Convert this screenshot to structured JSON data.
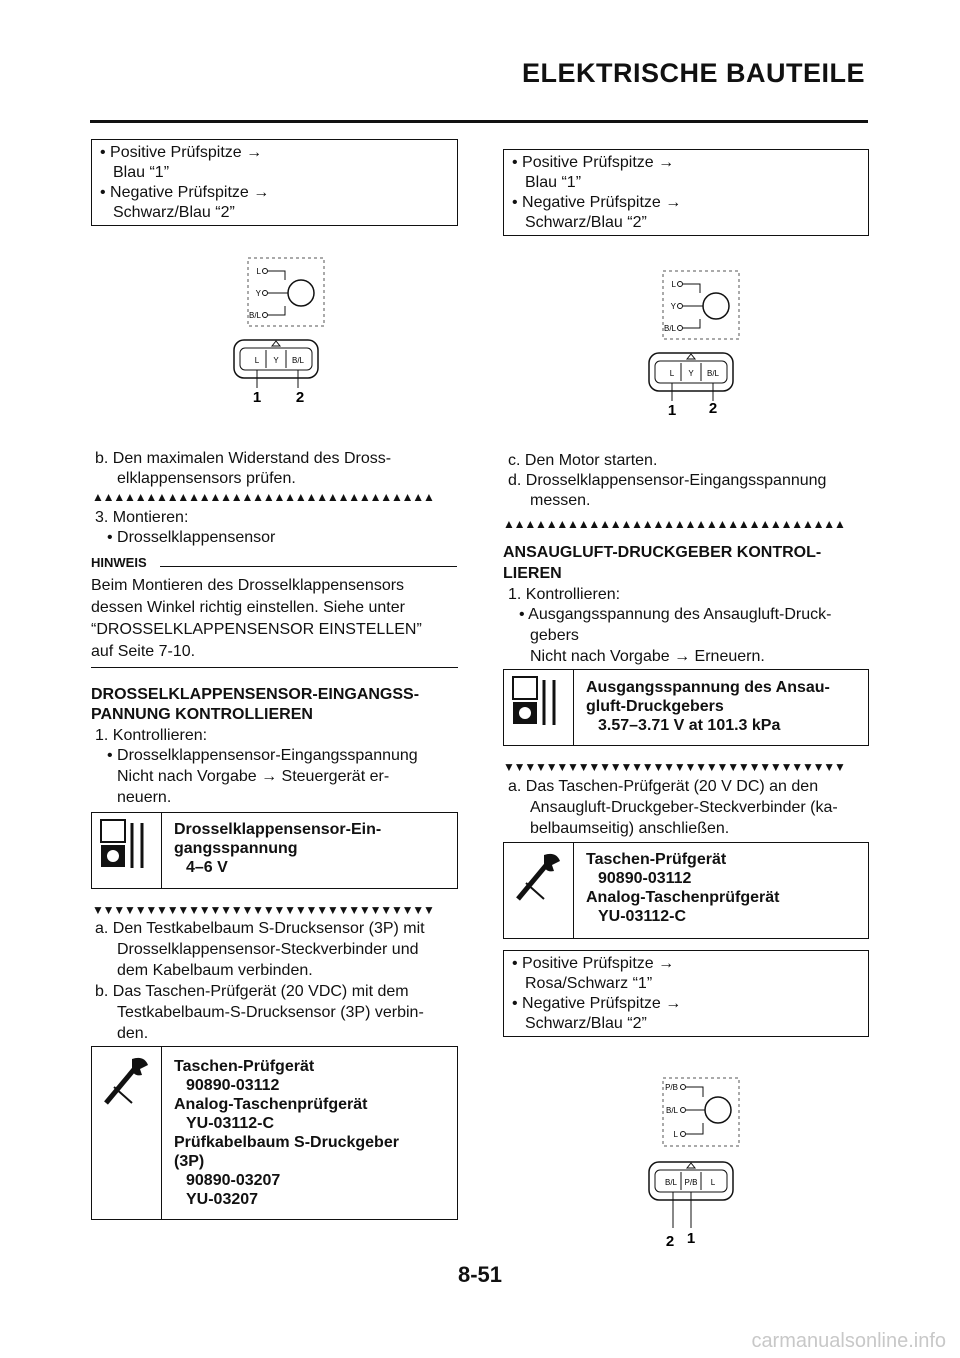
{
  "header": {
    "title": "ELEKTRISCHE BAUTEILE"
  },
  "left": {
    "probe_box": [
      "• Positive Prüfspitze →",
      "Blau “1”",
      "• Negative Prüfspitze →",
      "Schwarz/Blau “2”"
    ],
    "diagram1": {
      "wires": [
        "L",
        "Y",
        "B/L"
      ],
      "pins": [
        "L",
        "Y",
        "B/L"
      ],
      "callouts": [
        "1",
        "2"
      ]
    },
    "step_b": [
      "b.  Den maximalen Widerstand des Dross-",
      "elklappensensors prüfen."
    ],
    "triangles_up": "▲▲▲▲▲▲▲▲▲▲▲▲▲▲▲▲▲▲▲▲▲▲▲▲▲▲▲▲▲▲▲▲",
    "step3": [
      "3.  Montieren:",
      "• Drosselklappensensor"
    ],
    "hinweis_label": "HINWEIS",
    "hinweis_text": [
      "Beim Montieren des Drosselklappensensors",
      "dessen Winkel richtig einstellen. Siehe unter",
      "“DROSSELKLAPPENSENSOR EINSTELLEN”",
      "auf Seite 7-10."
    ],
    "section_heading": [
      "DROSSELKLAPPENSENSOR-EINGANGSS-",
      "PANNUNG KONTROLLIEREN"
    ],
    "check_steps": [
      "1.  Kontrollieren:",
      "• Drosselklappensensor-Eingangsspannung",
      "Nicht nach Vorgabe → Steuergerät er-",
      "neuern."
    ],
    "spec_box": [
      "Drosselklappensensor-Ein-",
      "gangsspannung",
      "4–6 V"
    ],
    "triangles_down": "▼▼▼▼▼▼▼▼▼▼▼▼▼▼▼▼▼▼▼▼▼▼▼▼▼▼▼▼▼▼▼▼",
    "steps_ab": [
      "a.  Den Testkabelbaum S-Drucksensor (3P) mit",
      "Drosselklappensensor-Steckverbinder und",
      "dem Kabelbaum verbinden.",
      "b.  Das Taschen-Prüfgerät (20 VDC) mit dem",
      "Testkabelbaum-S-Drucksensor (3P) verbin-",
      "den."
    ],
    "tool_box": [
      "Taschen-Prüfgerät",
      "90890-03112",
      "Analog-Taschenprüfgerät",
      "YU-03112-C",
      "Prüfkabelbaum S-Druckgeber",
      "(3P)",
      "90890-03207",
      "YU-03207"
    ]
  },
  "right": {
    "probe_box": [
      "• Positive Prüfspitze →",
      "Blau “1”",
      "• Negative Prüfspitze →",
      "Schwarz/Blau “2”"
    ],
    "diagram2": {
      "wires": [
        "L",
        "Y",
        "B/L"
      ],
      "pins": [
        "L",
        "Y",
        "B/L"
      ],
      "callouts": [
        "1",
        "2"
      ]
    },
    "steps_cd": [
      "c.  Den Motor starten.",
      "d.  Drosselklappensensor-Eingangsspannung",
      "messen."
    ],
    "triangles_up": "▲▲▲▲▲▲▲▲▲▲▲▲▲▲▲▲▲▲▲▲▲▲▲▲▲▲▲▲▲▲▲▲",
    "section_heading": [
      "ANSAUGLUFT-DRUCKGEBER KONTROL-",
      "LIEREN"
    ],
    "check_steps": [
      "1.  Kontrollieren:",
      "• Ausgangsspannung des Ansaugluft-Druck-",
      "gebers",
      "Nicht nach Vorgabe → Erneuern."
    ],
    "spec_box": [
      "Ausgangsspannung des Ansau-",
      "gluft-Druckgebers",
      "3.57–3.71 V at 101.3 kPa"
    ],
    "triangles_down": "▼▼▼▼▼▼▼▼▼▼▼▼▼▼▼▼▼▼▼▼▼▼▼▼▼▼▼▼▼▼▼▼",
    "step_a": [
      "a.  Das Taschen-Prüfgerät (20 V DC) an den",
      "Ansaugluft-Druckgeber-Steckverbinder (ka-",
      "belbaumseitig) anschließen."
    ],
    "tool_box": [
      "Taschen-Prüfgerät",
      "90890-03112",
      "Analog-Taschenprüfgerät",
      "YU-03112-C"
    ],
    "probe_box2": [
      "• Positive Prüfspitze →",
      "Rosa/Schwarz “1”",
      "• Negative Prüfspitze →",
      "Schwarz/Blau “2”"
    ],
    "diagram3": {
      "wires": [
        "P/B",
        "B/L",
        "L"
      ],
      "pins": [
        "B/L",
        "P/B",
        "L"
      ],
      "callouts": [
        "2",
        "1"
      ]
    }
  },
  "footer": {
    "page_number": "8-51",
    "watermark": "carmanualsonline.info"
  }
}
